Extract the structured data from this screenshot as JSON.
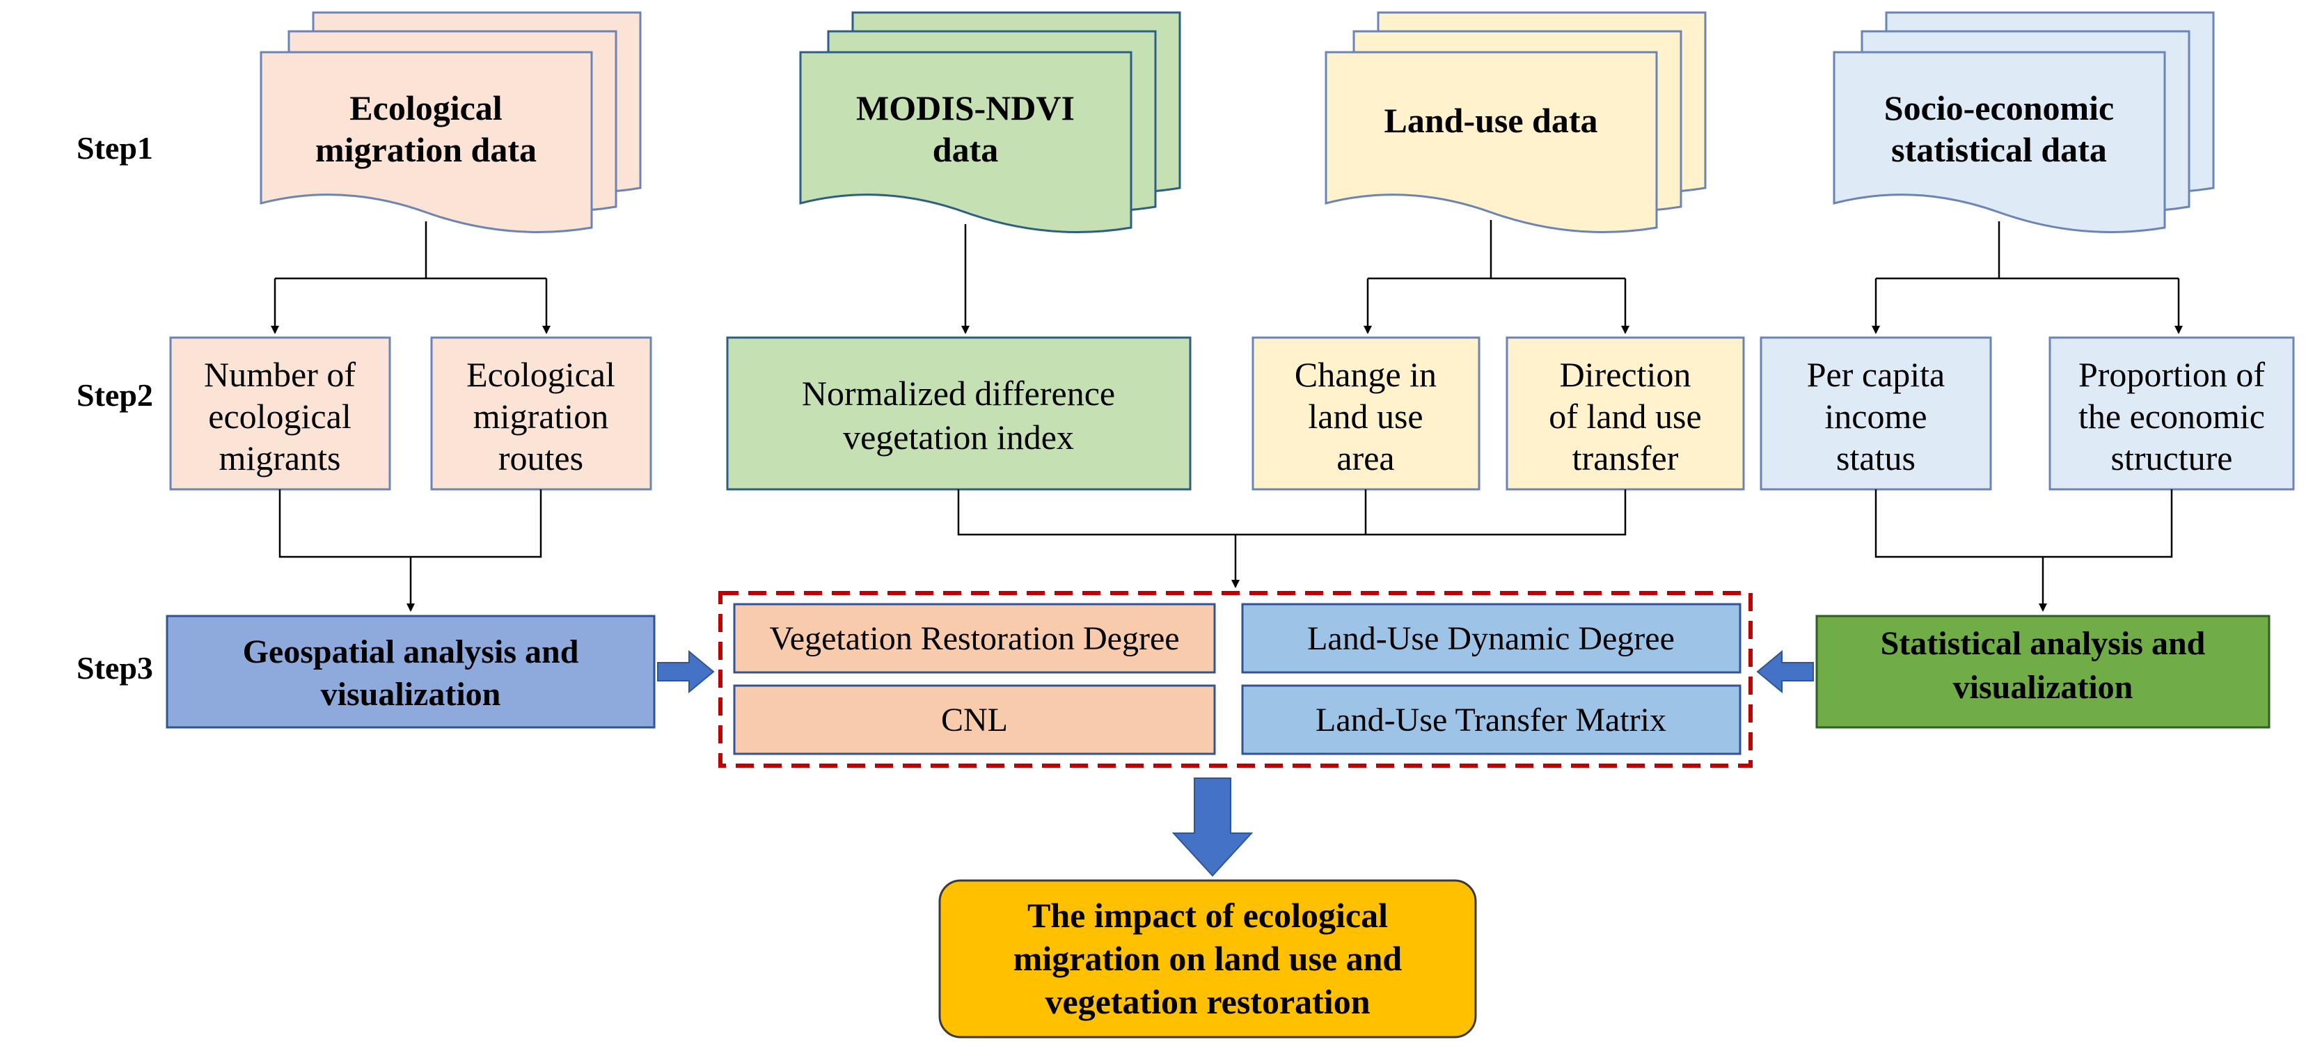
{
  "colors": {
    "peach": "#fbe3d6",
    "peach_border": "#6b84b8",
    "green_light": "#c5e0b3",
    "green_border": "#2d5f86",
    "yellow_light": "#fff2cc",
    "blue_light": "#deebf7",
    "salmon": "#f8cbad",
    "steel_blue": "#9dc3e6",
    "method_blue": "#8ea9db",
    "method_green": "#70ad47",
    "final_orange": "#ffc000",
    "dashed_red": "#c00000",
    "arrow_blue": "#4472c4"
  },
  "steps": [
    "Step1",
    "Step2",
    "Step3"
  ],
  "step1_data": [
    {
      "line1": "Ecological",
      "line2": "migration data"
    },
    {
      "line1": "MODIS-NDVI",
      "line2": "data"
    },
    {
      "line1": "Land-use data",
      "line2": ""
    },
    {
      "line1": "Socio-economic",
      "line2": "statistical data"
    }
  ],
  "step2_indicators": [
    {
      "lines": [
        "Number of",
        "ecological",
        "migrants"
      ]
    },
    {
      "lines": [
        "Ecological",
        "migration",
        "routes"
      ]
    },
    {
      "lines": [
        "Normalized difference",
        "vegetation index"
      ]
    },
    {
      "lines": [
        "Change in",
        "land use",
        "area"
      ]
    },
    {
      "lines": [
        "Direction",
        "of land use",
        "transfer"
      ]
    },
    {
      "lines": [
        "Per capita",
        "income",
        "status"
      ]
    },
    {
      "lines": [
        "Proportion of",
        "the economic",
        "structure"
      ]
    }
  ],
  "step3_methods": {
    "left": {
      "line1": "Geospatial analysis and",
      "line2": "visualization"
    },
    "right": {
      "line1": "Statistical analysis and",
      "line2": "visualization"
    }
  },
  "metrics": [
    "Vegetation Restoration Degree",
    "Land-Use Dynamic Degree",
    "CNL",
    "Land-Use Transfer Matrix"
  ],
  "result": {
    "line1": "The impact of ecological",
    "line2": "migration on land use and",
    "line3": "vegetation restoration"
  }
}
